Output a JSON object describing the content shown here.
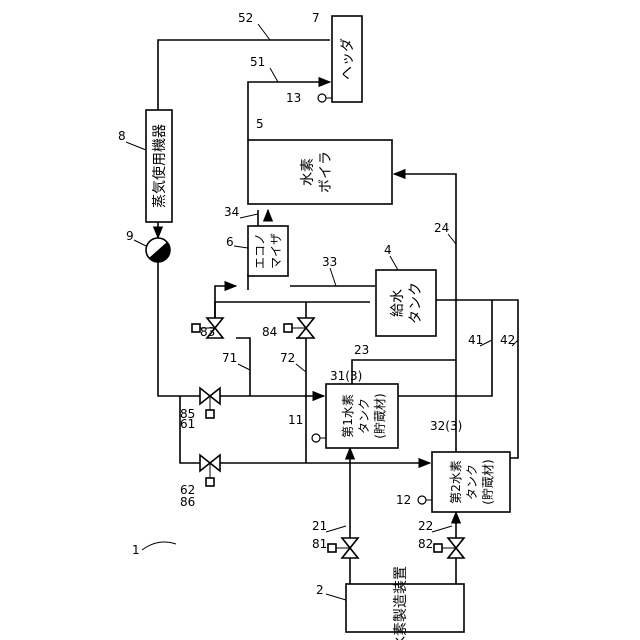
{
  "components": {
    "hydrogen_production": "水素製造装置",
    "tank1_line1": "第1水素",
    "tank1_line2": "タンク",
    "tank1_line3": "(貯蔵材)",
    "tank2_line1": "第2水素",
    "tank2_line2": "タンク",
    "tank2_line3": "(貯蔵材)",
    "boiler_line1": "水素",
    "boiler_line2": "ボイラ",
    "economizer_line1": "エコノ",
    "economizer_line2": "マイザ",
    "feedwater_line1": "給水",
    "feedwater_line2": "タンク",
    "header": "ヘッダ",
    "steam_equipment": "蒸気使用機器"
  },
  "labels": {
    "system": "1",
    "production": "2",
    "boiler": "5",
    "feedwater": "4",
    "economizer": "6",
    "header": "7",
    "steam_equipment": "8",
    "pump": "9",
    "tank1": "31(3)",
    "tank2": "32(3)",
    "sensor1": "11",
    "sensor2": "12",
    "sensor3": "13",
    "line21": "21",
    "line22": "22",
    "line23": "23",
    "line24": "24",
    "line33": "33",
    "line34": "34",
    "line41": "41",
    "line42": "42",
    "line51": "51",
    "line52": "52",
    "line61": "61",
    "line62": "62",
    "line71": "71",
    "line72": "72",
    "valve81": "81",
    "valve82": "82",
    "valve83": "83",
    "valve84": "84",
    "valve85": "85",
    "valve86": "86"
  }
}
